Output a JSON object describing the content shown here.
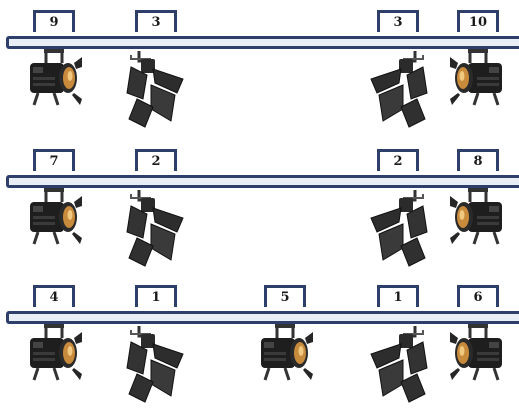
{
  "rows": [
    {
      "fixtures": [
        {
          "label": "9",
          "kind": "fresnel",
          "icon": "fresnel-light-icon",
          "facing": "right"
        },
        {
          "label": "3",
          "kind": "barndoor",
          "icon": "barndoor-spotlight-icon",
          "facing": "right"
        },
        {
          "label": "3",
          "kind": "barndoor",
          "icon": "barndoor-spotlight-icon",
          "facing": "left"
        },
        {
          "label": "10",
          "kind": "fresnel",
          "icon": "fresnel-light-icon",
          "facing": "left"
        }
      ]
    },
    {
      "fixtures": [
        {
          "label": "7",
          "kind": "fresnel",
          "icon": "fresnel-light-icon",
          "facing": "right"
        },
        {
          "label": "2",
          "kind": "barndoor",
          "icon": "barndoor-spotlight-icon",
          "facing": "right"
        },
        {
          "label": "2",
          "kind": "barndoor",
          "icon": "barndoor-spotlight-icon",
          "facing": "left"
        },
        {
          "label": "8",
          "kind": "fresnel",
          "icon": "fresnel-light-icon",
          "facing": "left"
        }
      ]
    },
    {
      "fixtures": [
        {
          "label": "4",
          "kind": "fresnel",
          "icon": "fresnel-light-icon",
          "facing": "right"
        },
        {
          "label": "1",
          "kind": "barndoor",
          "icon": "barndoor-spotlight-icon",
          "facing": "right"
        },
        {
          "label": "5",
          "kind": "fresnel",
          "icon": "fresnel-light-icon",
          "facing": "right"
        },
        {
          "label": "1",
          "kind": "barndoor",
          "icon": "barndoor-spotlight-icon",
          "facing": "left"
        },
        {
          "label": "6",
          "kind": "fresnel",
          "icon": "fresnel-light-icon",
          "facing": "left"
        }
      ]
    }
  ],
  "colors": {
    "pipe_border": "#2e3f6c",
    "pipe_fill": "#e9edf5",
    "fixture_body": "#1e1e1e",
    "lens_amber": "#c88b3c"
  }
}
